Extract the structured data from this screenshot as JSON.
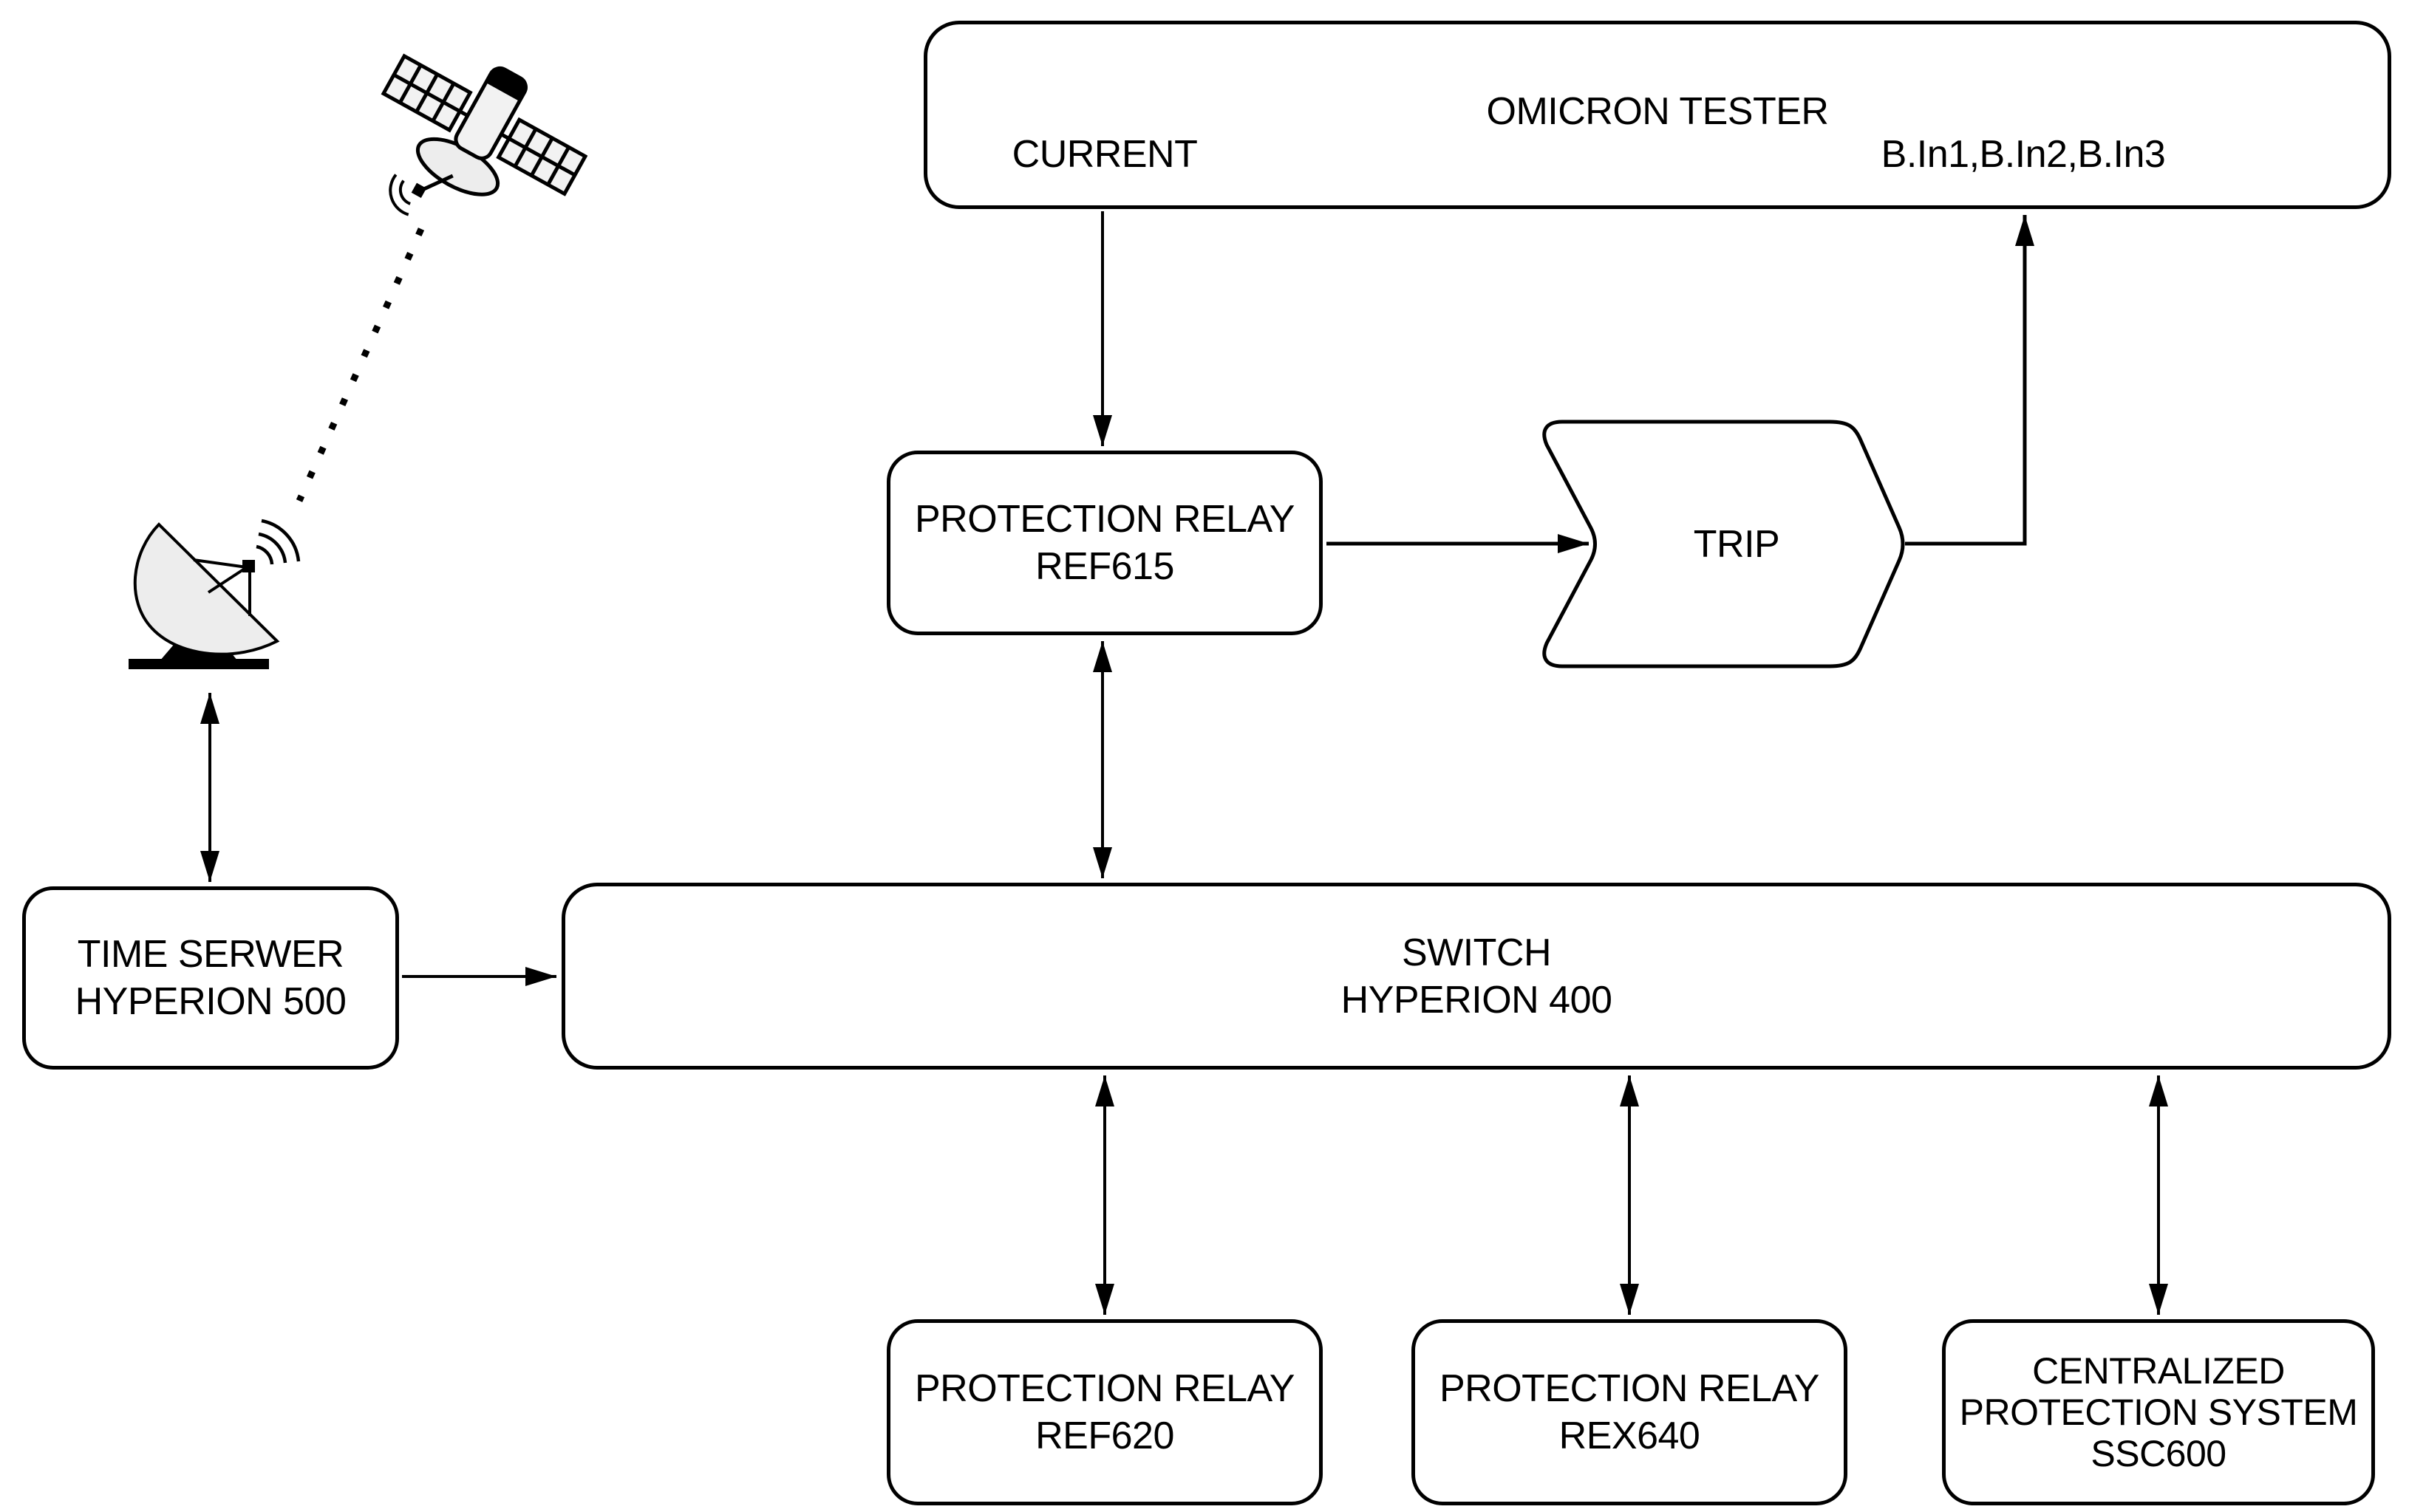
{
  "nodes": {
    "omicron_tester": {
      "title": "OMICRON TESTER",
      "port_current": "CURRENT",
      "port_inputs": "B.In1,B.In2,B.In3"
    },
    "protection_relay_ref615": {
      "lines": [
        "PROTECTION RELAY",
        "REF615"
      ]
    },
    "trip": {
      "label": "TRIP"
    },
    "switch_hyperion_400": {
      "lines": [
        "SWITCH",
        "HYPERION 400"
      ]
    },
    "time_server_hyperion_500": {
      "lines": [
        "TIME SERWER",
        "HYPERION 500"
      ]
    },
    "protection_relay_ref620": {
      "lines": [
        "PROTECTION RELAY",
        "REF620"
      ]
    },
    "protection_relay_rex640": {
      "lines": [
        "PROTECTION RELAY",
        "REX640"
      ]
    },
    "centralized_protection_ssc600": {
      "lines": [
        "CENTRALIZED",
        "PROTECTION SYSTEM",
        "SSC600"
      ]
    }
  },
  "icons": {
    "satellite": "satellite-icon",
    "ground_station": "satellite-dish-icon"
  },
  "colors": {
    "line": "#000000",
    "background": "#ffffff",
    "icon_fill": "#ededed"
  }
}
